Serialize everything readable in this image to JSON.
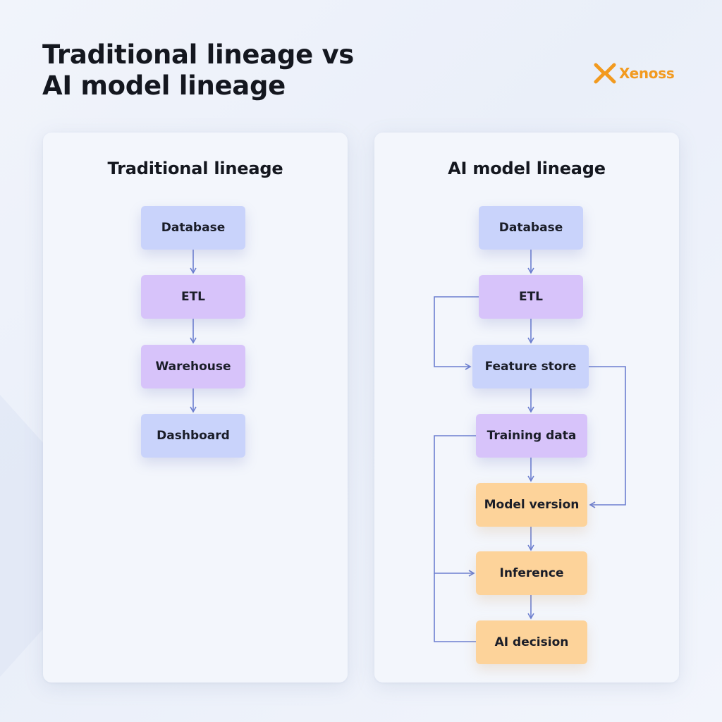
{
  "header": {
    "title_line1": "Traditional lineage vs",
    "title_line2": "AI model lineage",
    "logo_text": "Xenoss",
    "logo_icon": "xenoss-x-logo"
  },
  "colors": {
    "accent_orange": "#f29a1f",
    "node_blue": "#c9d3fb",
    "node_purple": "#d7c3fa",
    "node_orange": "#fdd39a",
    "connector": "#6c7fd0"
  },
  "traditional": {
    "title": "Traditional lineage",
    "nodes": [
      "Database",
      "ETL",
      "Warehouse",
      "Dashboard"
    ]
  },
  "ai": {
    "title": "AI model lineage",
    "nodes": [
      "Database",
      "ETL",
      "Feature store",
      "Training data",
      "Model version",
      "Inference",
      "AI decision"
    ]
  }
}
